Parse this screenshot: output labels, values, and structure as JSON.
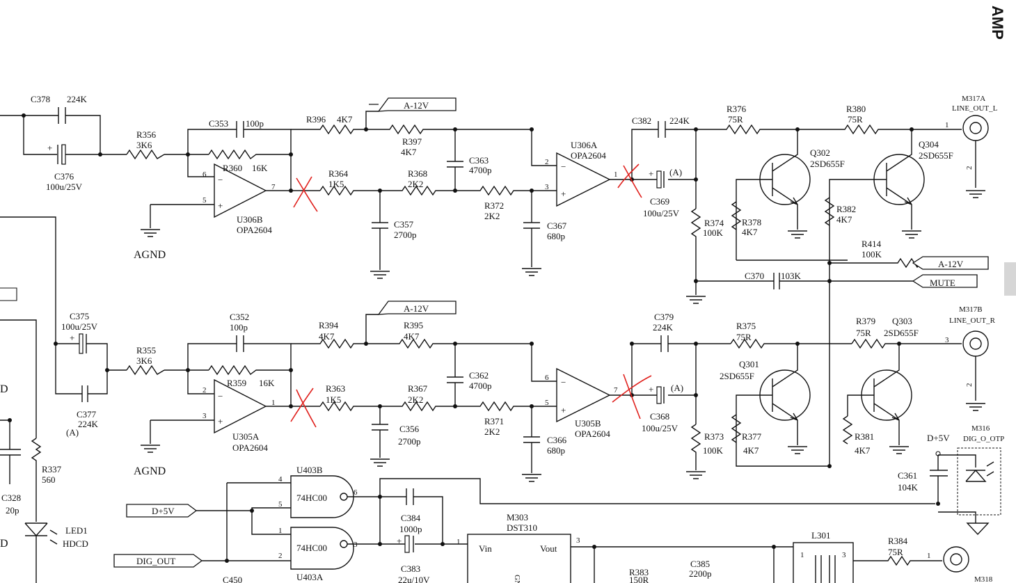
{
  "title": "AMP",
  "colors": {
    "wire": "#111111",
    "strike": "#e0201c",
    "background": "#ffffff"
  },
  "left_edge": {
    "d_upper": "D",
    "d_lower": "D"
  },
  "top_channel": {
    "c378": {
      "ref": "C378",
      "val": "224K"
    },
    "c376": {
      "ref": "C376",
      "val": "100u/25V"
    },
    "r356": {
      "ref": "R356",
      "val": "3K6"
    },
    "c353": {
      "ref": "C353",
      "val": "100p"
    },
    "r360": {
      "ref": "R360",
      "val": "16K"
    },
    "u306b": {
      "ref": "U306B",
      "part": "OPA2604",
      "pin_inv": "6",
      "pin_noninv": "5",
      "pin_out": "7"
    },
    "agnd": "AGND",
    "r396": {
      "ref": "R396",
      "val": "4K7"
    },
    "flag": "A-12V",
    "r397": {
      "ref": "R397",
      "val": "4K7"
    },
    "r364": {
      "ref": "R364",
      "val": "1K5"
    },
    "r368": {
      "ref": "R368",
      "val": "2K2"
    },
    "c363": {
      "ref": "C363",
      "val": "4700p"
    },
    "c357": {
      "ref": "C357",
      "val": "2700p"
    },
    "r372": {
      "ref": "R372",
      "val": "2K2"
    },
    "c367": {
      "ref": "C367",
      "val": "680p"
    },
    "u306a": {
      "ref": "U306A",
      "part": "OPA2604",
      "pin_inv": "2",
      "pin_noninv": "3",
      "pin_out": "1"
    },
    "c382": {
      "ref": "C382",
      "val": "224K"
    },
    "c369": {
      "ref": "C369",
      "val": "100u/25V",
      "mark": "(A)"
    },
    "r374": {
      "ref": "R374",
      "val": "100K"
    },
    "r376": {
      "ref": "R376",
      "val": "75R"
    },
    "q302": {
      "ref": "Q302",
      "part": "2SD655F"
    },
    "r378": {
      "ref": "R378",
      "val": "4K7"
    },
    "r380": {
      "ref": "R380",
      "val": "75R"
    },
    "q304": {
      "ref": "Q304",
      "part": "2SD655F"
    },
    "r382": {
      "ref": "R382",
      "val": "4K7"
    },
    "m317a": {
      "ref": "M317A",
      "name": "LINE_OUT_L",
      "pin1": "1",
      "pin2": "2"
    },
    "r414": {
      "ref": "R414",
      "val": "100K"
    },
    "flag_a12": "A-12V",
    "c370": {
      "ref": "C370",
      "val": "103K"
    },
    "mute": "MUTE"
  },
  "bottom_channel": {
    "c375": {
      "ref": "C375",
      "val": "100u/25V"
    },
    "c377": {
      "ref": "C377",
      "val": "224K",
      "mark": "(A)"
    },
    "r355": {
      "ref": "R355",
      "val": "3K6"
    },
    "c352": {
      "ref": "C352",
      "val": "100p"
    },
    "r359": {
      "ref": "R359",
      "val": "16K"
    },
    "u305a": {
      "ref": "U305A",
      "part": "OPA2604",
      "pin_inv": "2",
      "pin_noninv": "3",
      "pin_out": "1"
    },
    "agnd": "AGND",
    "r394": {
      "ref": "R394",
      "val": "4K7"
    },
    "flag": "A-12V",
    "r395": {
      "ref": "R395",
      "val": "4K7"
    },
    "r363": {
      "ref": "R363",
      "val": "1K5"
    },
    "r367": {
      "ref": "R367",
      "val": "2K2"
    },
    "c362": {
      "ref": "C362",
      "val": "4700p"
    },
    "c356": {
      "ref": "C356",
      "val": "2700p"
    },
    "r371": {
      "ref": "R371",
      "val": "2K2"
    },
    "c366": {
      "ref": "C366",
      "val": "680p"
    },
    "u305b": {
      "ref": "U305B",
      "part": "OPA2604",
      "pin_inv": "6",
      "pin_noninv": "5",
      "pin_out": "7"
    },
    "c379": {
      "ref": "C379",
      "val": "224K"
    },
    "c368": {
      "ref": "C368",
      "val": "100u/25V",
      "mark": "(A)"
    },
    "r373": {
      "ref": "R373",
      "val": "100K"
    },
    "r375": {
      "ref": "R375",
      "val": "75R"
    },
    "q301": {
      "ref": "Q301",
      "part": "2SD655F"
    },
    "r377": {
      "ref": "R377",
      "val": "4K7"
    },
    "r379": {
      "ref": "R379",
      "val": "75R"
    },
    "q303": {
      "ref": "Q303",
      "part": "2SD655F"
    },
    "r381": {
      "ref": "R381",
      "val": "4K7"
    },
    "m317b": {
      "ref": "M317B",
      "name": "LINE_OUT_R",
      "pin3": "3",
      "pin2": "2"
    }
  },
  "digital": {
    "r337": {
      "ref": "R337",
      "val": "560"
    },
    "c328": {
      "ref": "C328",
      "val": "20p"
    },
    "led1": {
      "ref": "LED1",
      "name": "HDCD"
    },
    "d5v_flag": "D+5V",
    "dig_out_flag": "DIG_OUT",
    "c450": "C450",
    "u403b": {
      "ref": "U403B",
      "part": "74HC00",
      "pin_a": "4",
      "pin_b": "5",
      "pin_y": "6"
    },
    "u403a": {
      "ref": "U403A",
      "part": "74HC00",
      "pin_a": "1",
      "pin_b": "2",
      "pin_y": "3"
    },
    "c384": {
      "ref": "C384",
      "val": "1000p"
    },
    "c383": {
      "ref": "C383",
      "val": "22u/10V"
    },
    "m303": {
      "ref": "M303",
      "part": "DST310",
      "vin": "Vin",
      "vout": "Vout",
      "gnd": "GND",
      "pin1": "1",
      "pin3": "3"
    },
    "r383": {
      "ref": "R383",
      "val": "150R"
    },
    "c385": {
      "ref": "C385",
      "val": "2200p"
    },
    "l301": {
      "ref": "L301",
      "pin1": "1",
      "pin3": "3"
    },
    "r384": {
      "ref": "R384",
      "val": "75R"
    },
    "m318": {
      "ref": "M318",
      "pin1": "1"
    },
    "d5v_label": "D+5V",
    "c361": {
      "ref": "C361",
      "val": "104K"
    },
    "m316": {
      "ref": "M316",
      "name": "DIG_O_OTP"
    }
  }
}
